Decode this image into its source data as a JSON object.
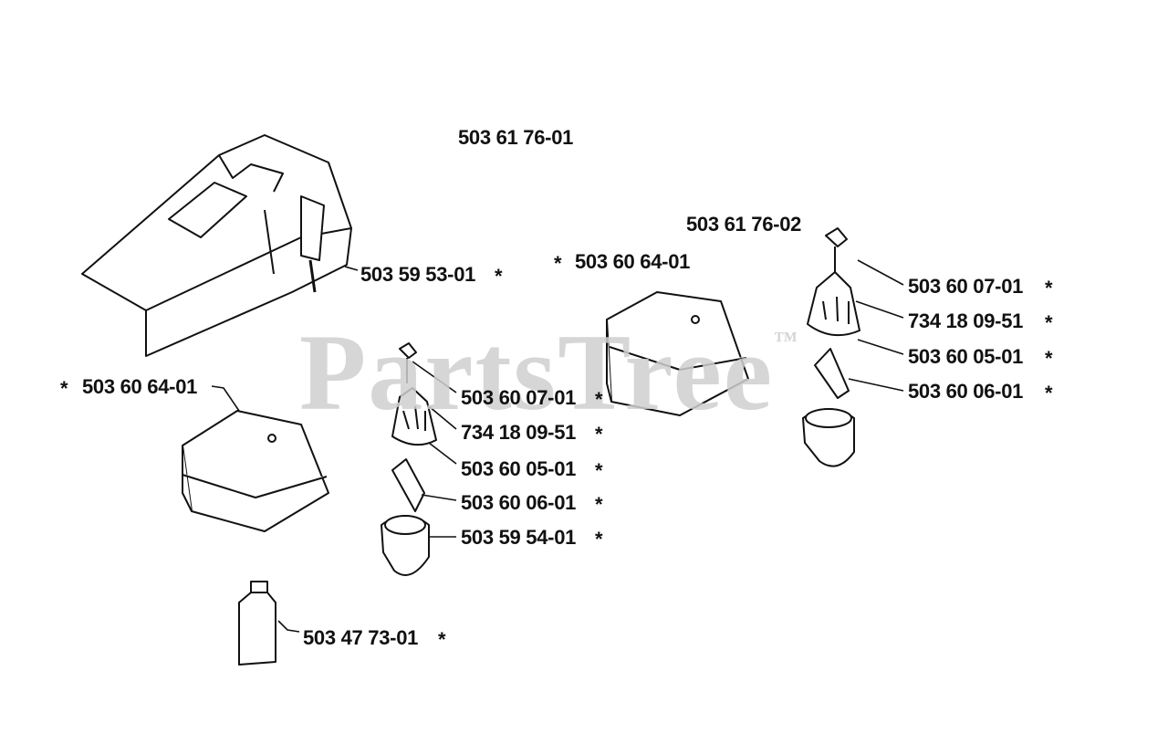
{
  "watermark": {
    "text": "PartsTree",
    "mark": "™"
  },
  "labels": {
    "kit_1": "503 61 76-01",
    "kit_2": "503 61 76-02",
    "part_a": "503 59 53-01",
    "part_b": "503 60 64-01",
    "part_c": "503 60 64-01",
    "part_d": "503 60 07-01",
    "part_e": "734 18 09-51",
    "part_f": "503 60 05-01",
    "part_g": "503 60 06-01",
    "part_h": "503 59 54-01",
    "part_i": "503 60 07-01",
    "part_j": "734 18 09-51",
    "part_k": "503 60 05-01",
    "part_l": "503 60 06-01",
    "part_m": "503 47 73-01"
  },
  "asterisk": "*"
}
